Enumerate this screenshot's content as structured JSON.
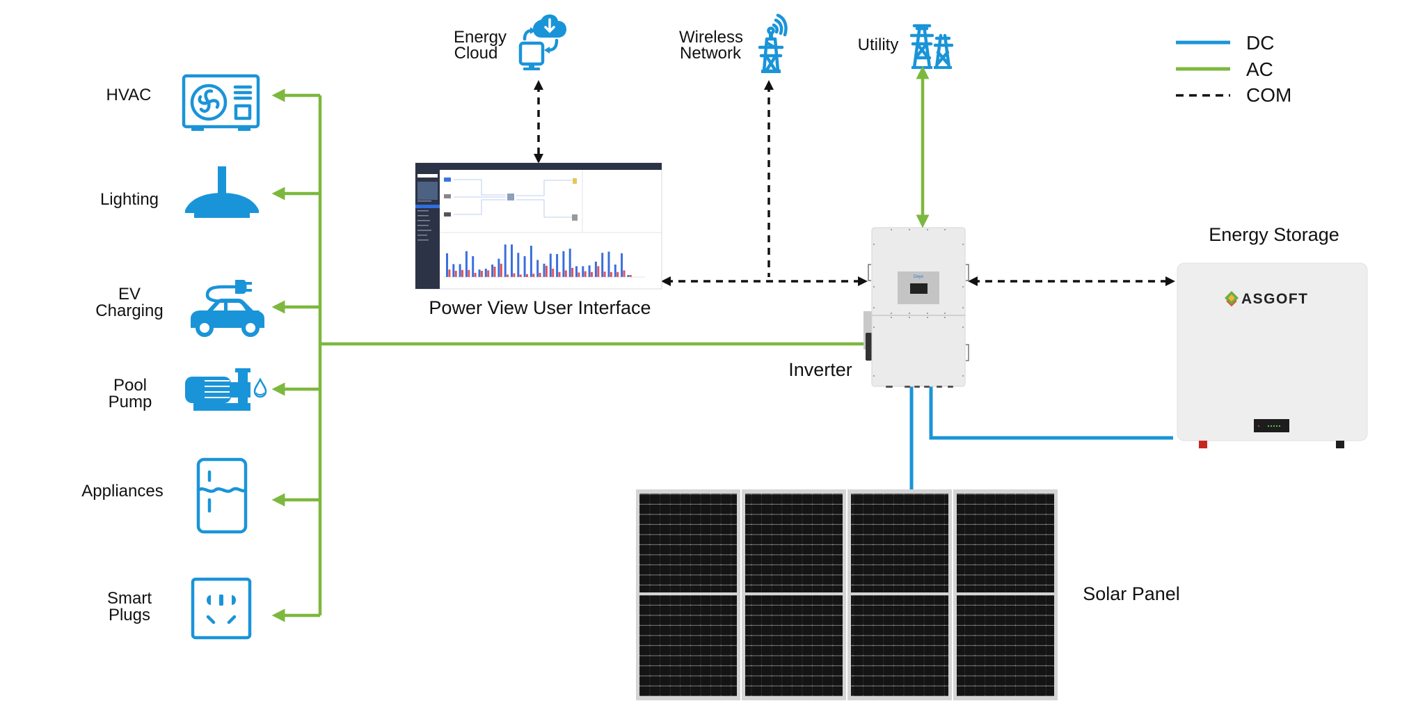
{
  "diagram": {
    "colors": {
      "dc": "#1a94d8",
      "ac": "#7cb83e",
      "com": "#111111",
      "icon": "#1a94d8"
    },
    "legend": [
      {
        "key": "dc",
        "label": "DC",
        "style": "solid-blue"
      },
      {
        "key": "ac",
        "label": "AC",
        "style": "solid-green"
      },
      {
        "key": "com",
        "label": "COM",
        "style": "dashed-black"
      }
    ],
    "loads": [
      {
        "id": "hvac",
        "lines": [
          "HVAC"
        ],
        "icon": "air-conditioner-icon"
      },
      {
        "id": "lighting",
        "lines": [
          "Lighting"
        ],
        "icon": "ceiling-lamp-icon"
      },
      {
        "id": "ev-charging",
        "lines": [
          "EV",
          "Charging"
        ],
        "icon": "electric-car-icon"
      },
      {
        "id": "pool-pump",
        "lines": [
          "Pool",
          "Pump"
        ],
        "icon": "water-pump-icon"
      },
      {
        "id": "appliances",
        "lines": [
          "Appliances"
        ],
        "icon": "refrigerator-icon"
      },
      {
        "id": "smart-plugs",
        "lines": [
          "Smart",
          "Plugs"
        ],
        "icon": "power-outlet-icon"
      }
    ],
    "top_nodes": {
      "energy_cloud": {
        "lines": [
          "Energy",
          "Cloud"
        ],
        "icon": "cloud-computer-icon"
      },
      "wireless_network": {
        "lines": [
          "Wireless",
          "Network"
        ],
        "icon": "signal-tower-icon"
      },
      "utility": {
        "label": "Utility",
        "icon": "power-pylon-icon"
      }
    },
    "components": {
      "user_interface": {
        "label": "Power View User Interface"
      },
      "inverter": {
        "label": "Inverter",
        "brand": "Deye"
      },
      "energy_storage": {
        "label": "Energy Storage",
        "brand": "ASGOFT"
      },
      "solar_panel": {
        "label": "Solar Panel",
        "panel_count": 4
      }
    },
    "connections": [
      {
        "from": "inverter",
        "to": "loads",
        "type": "ac"
      },
      {
        "from": "utility",
        "to": "inverter",
        "type": "ac",
        "bidirectional": true
      },
      {
        "from": "user_interface",
        "to": "energy_cloud",
        "type": "com",
        "bidirectional": true
      },
      {
        "from": "inverter",
        "to": "wireless_network",
        "type": "com"
      },
      {
        "from": "user_interface",
        "to": "inverter",
        "type": "com",
        "bidirectional": true
      },
      {
        "from": "inverter",
        "to": "energy_storage",
        "type": "com",
        "bidirectional": true
      },
      {
        "from": "solar_panel",
        "to": "inverter",
        "type": "dc"
      },
      {
        "from": "energy_storage",
        "to": "inverter",
        "type": "dc"
      }
    ]
  }
}
